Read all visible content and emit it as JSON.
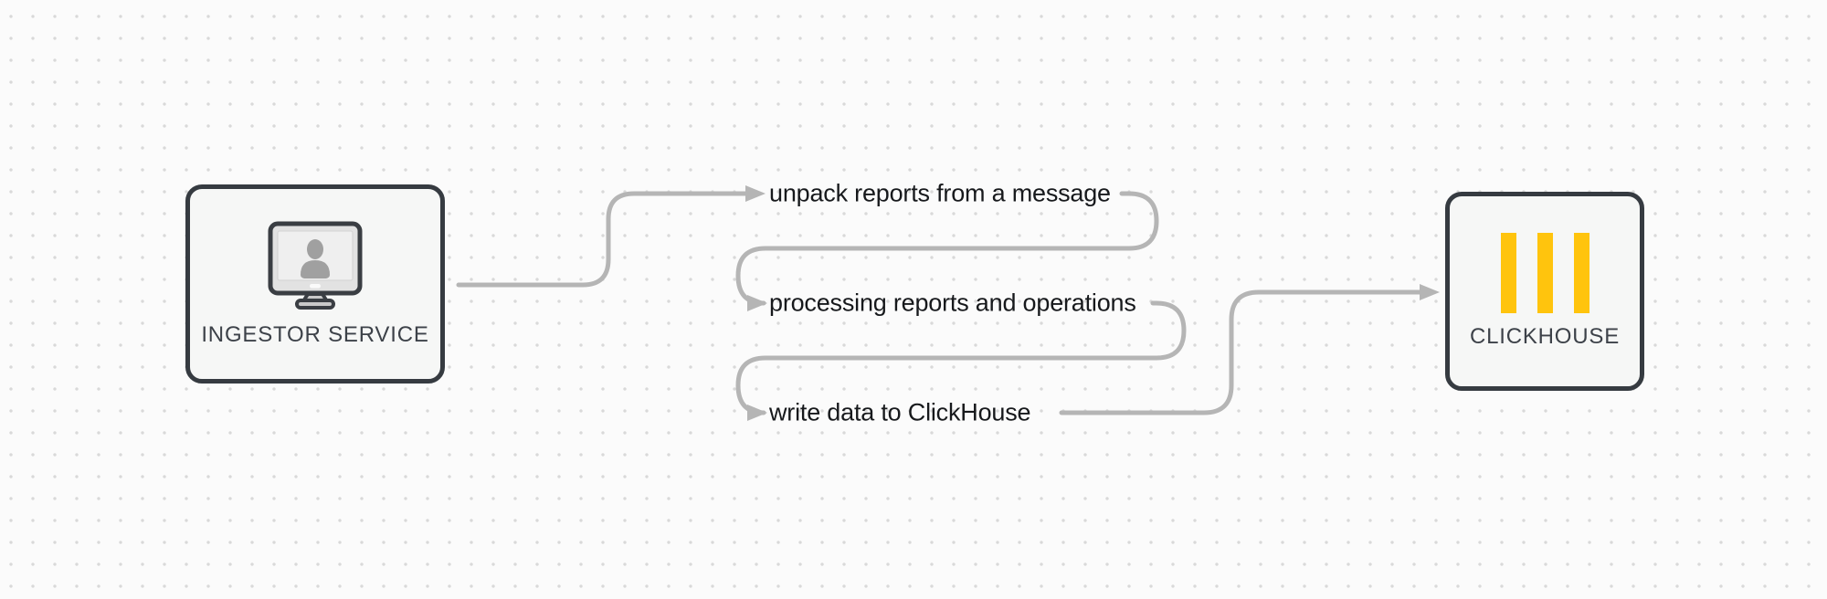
{
  "diagram": {
    "nodes": {
      "ingestor": {
        "label": "INGESTOR SERVICE",
        "icon": "monitor-user-icon"
      },
      "clickhouse": {
        "label": "CLICKHOUSE",
        "icon": "clickhouse-logo-icon"
      }
    },
    "steps": [
      {
        "label": "unpack reports from a message"
      },
      {
        "label": "processing reports and operations"
      },
      {
        "label": "write data to ClickHouse"
      }
    ],
    "colors": {
      "background": "#fbfbfb",
      "dot_grid": "#d9d9d9",
      "node_border": "#363b41",
      "node_fill": "#f6f7f6",
      "connector_gray": "#b5b5b5",
      "accent_yellow": "#ffc40d",
      "text_dark": "#17191c",
      "node_label": "#3d4249"
    }
  }
}
